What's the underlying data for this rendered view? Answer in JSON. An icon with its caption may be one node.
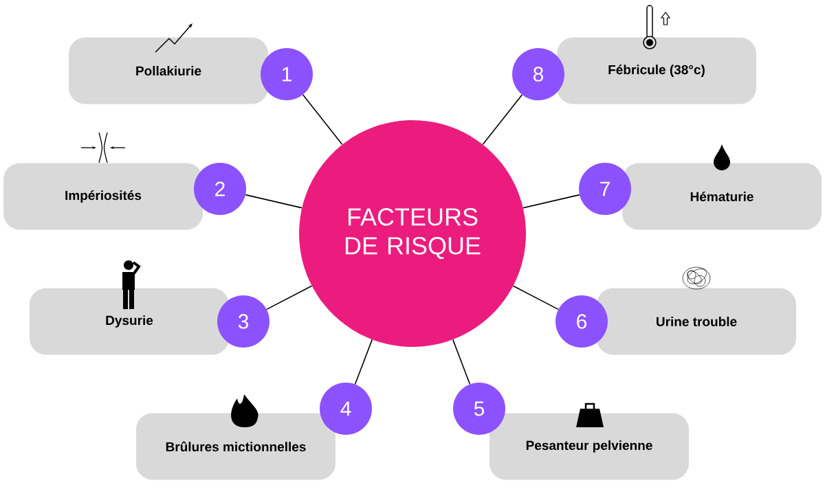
{
  "diagram": {
    "nodes": [
      {
        "text": [
          "FACTEURS DE RISQUE"
        ]
      },
      {
        "text": [
          "Pollakiurie"
        ]
      },
      {
        "text": [
          "1"
        ]
      },
      {
        "text": [
          "Impériosités"
        ]
      },
      {
        "text": [
          "2"
        ]
      },
      {
        "text": [
          "Dysurie"
        ]
      },
      {
        "text": [
          "3"
        ]
      },
      {
        "text": [
          "Brûlures mictionnelles"
        ]
      },
      {
        "text": [
          "4"
        ]
      },
      {
        "text": [
          "Pesanteur pelvienne"
        ]
      },
      {
        "text": [
          "5"
        ]
      },
      {
        "text": [
          "Urine trouble"
        ]
      },
      {
        "text": [
          "6"
        ]
      },
      {
        "text": [
          "Hématurie"
        ]
      },
      {
        "text": [
          "7"
        ]
      },
      {
        "text": [
          "Fébricule (38°c)"
        ]
      },
      {
        "text": [
          "8"
        ]
      }
    ],
    "edges": [
      {
        "from": 0,
        "to": 2,
        "arrow": "none"
      },
      {
        "from": 0,
        "to": 4,
        "arrow": "none"
      },
      {
        "from": 0,
        "to": 6,
        "arrow": "none"
      },
      {
        "from": 0,
        "to": 8,
        "arrow": "none"
      },
      {
        "from": 0,
        "to": 10,
        "arrow": "none"
      },
      {
        "from": 0,
        "to": 12,
        "arrow": "none"
      },
      {
        "from": 0,
        "to": 14,
        "arrow": "none"
      },
      {
        "from": 0,
        "to": 16,
        "arrow": "none"
      }
    ]
  }
}
